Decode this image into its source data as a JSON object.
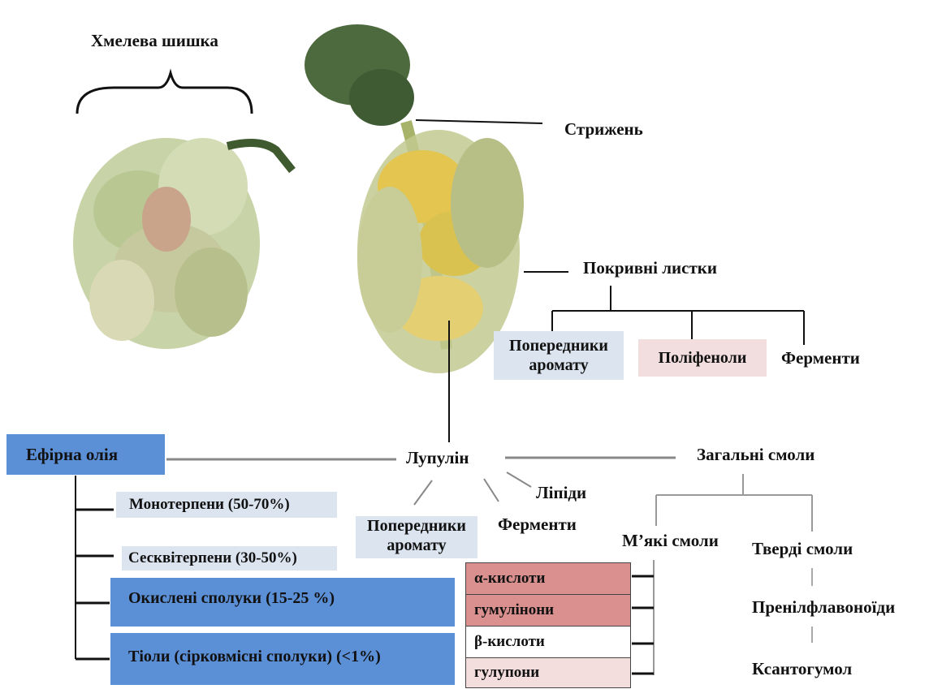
{
  "labels": {
    "hop_cone": "Хмелева шишка",
    "strig": "Стрижень",
    "bracts": "Покривні листки",
    "aroma_precursors_1": "Попередники аромату",
    "polyphenols": "Поліфеноли",
    "enzymes_1": "Ферменти",
    "essential_oil": "Ефірна олія",
    "lupulin": "Лупулін",
    "total_resins": "Загальні смоли",
    "lipids": "Ліпіди",
    "enzymes_2": "Ферменти",
    "aroma_precursors_2": "Попередники аромату",
    "monoterpenes": "Монотерпени (50-70%)",
    "sesquiterpenes": "Сесквітерпени (30-50%)",
    "oxidized": "Окислені сполуки (15-25 %)",
    "thiols": "Тіоли (сірковмісні сполуки)  (<1%)",
    "soft_resins": "М’які смоли",
    "hard_resins": "Тверді смоли",
    "alpha_acids": "α-кислоти",
    "humulinones": "гумулінони",
    "beta_acids": "β-кислоти",
    "hulupones": "гулупони",
    "prenylflavonoids": "Пренілфлавоноїди",
    "xanthohumol": "Ксантогумол"
  },
  "colors": {
    "blue_box": "#5b8fd6",
    "light_blue_box": "#dbe4ef",
    "pink_box": "#f2dede",
    "red_box": "#d9908f",
    "light_pink_box": "#f4dddd"
  }
}
